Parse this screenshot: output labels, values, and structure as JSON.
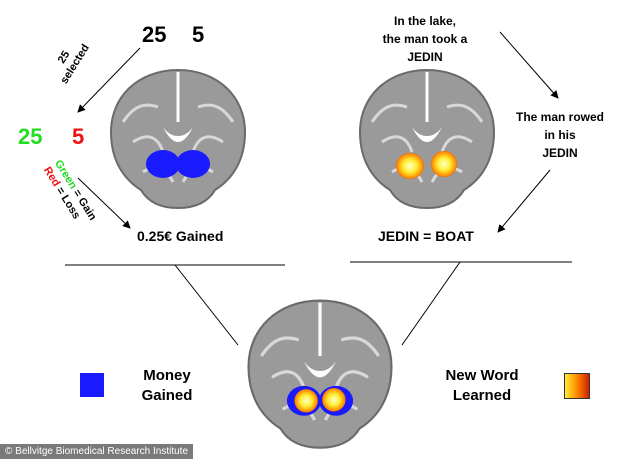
{
  "top_left": {
    "numbers": [
      "25",
      "5"
    ],
    "selected_label": "25\nselected",
    "score_green": "25",
    "score_red": "5",
    "legend_green_word": "Green",
    "legend_green_rest": " = Gain",
    "legend_red_word": "Red",
    "legend_red_rest": " = Loss",
    "caption": "0.25€ Gained"
  },
  "top_right": {
    "sentence1_line1": "In the lake,",
    "sentence1_line2": "the man took a",
    "sentence1_line3": "JEDIN",
    "sentence2_line1": "The man rowed",
    "sentence2_line2": "in his",
    "sentence2_line3": "JEDIN",
    "caption": "JEDIN = BOAT"
  },
  "bottom": {
    "left_label_line1": "Money",
    "left_label_line2": "Gained",
    "right_label_line1": "New Word",
    "right_label_line2": "Learned"
  },
  "credit": "© Bellvitge Biomedical Research Institute",
  "colors": {
    "green": "#22dd22",
    "red": "#ee1111",
    "blue": "#1a1aff",
    "activation_outer": "#ff8800",
    "activation_inner": "#ffee33"
  }
}
